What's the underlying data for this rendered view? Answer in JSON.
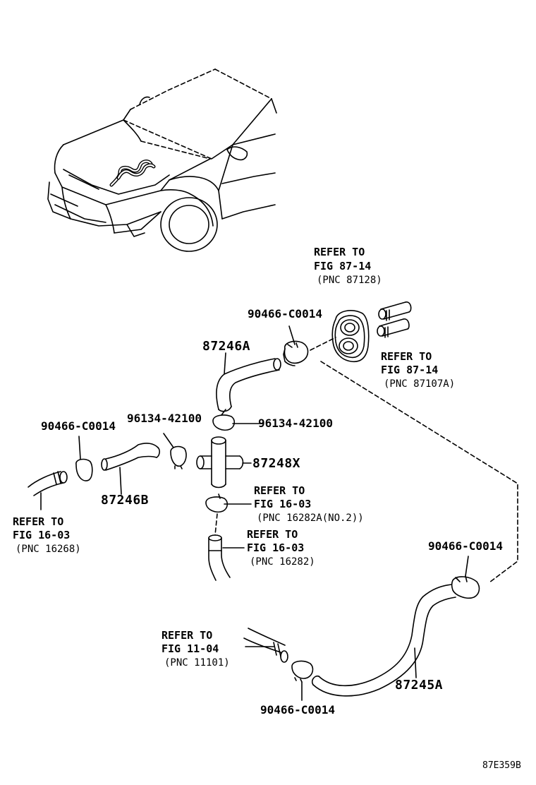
{
  "diagram_code": "87E359B",
  "parts": {
    "hose_a": "87245A",
    "hose_b": "87246A",
    "hose_c": "87246B",
    "tee_joint": "87248X"
  },
  "part_codes": {
    "clamp_top": "90466-C0014",
    "clamp_left": "90466-C0014",
    "clamp_right": "90466-C0014",
    "clamp_bottom": "90466-C0014",
    "clip_left": "96134-42100",
    "clip_right": "96134-42100"
  },
  "references": {
    "ref_top": {
      "line1": "REFER TO",
      "line2": "FIG 87-14",
      "line3": "(PNC 87128)"
    },
    "ref_right": {
      "line1": "REFER TO",
      "line2": "FIG 87-14",
      "line3": "(PNC 87107A)"
    },
    "ref_left": {
      "line1": "REFER TO",
      "line2": "FIG 16-03",
      "line3": "(PNC 16268)"
    },
    "ref_mid1": {
      "line1": "REFER TO",
      "line2": "FIG 16-03",
      "line3": "(PNC 16282A(NO.2))"
    },
    "ref_mid2": {
      "line1": "REFER TO",
      "line2": "FIG 16-03",
      "line3": "(PNC 16282)"
    },
    "ref_bottom": {
      "line1": "REFER TO",
      "line2": "FIG 11-04",
      "line3": "(PNC 11101)"
    }
  }
}
